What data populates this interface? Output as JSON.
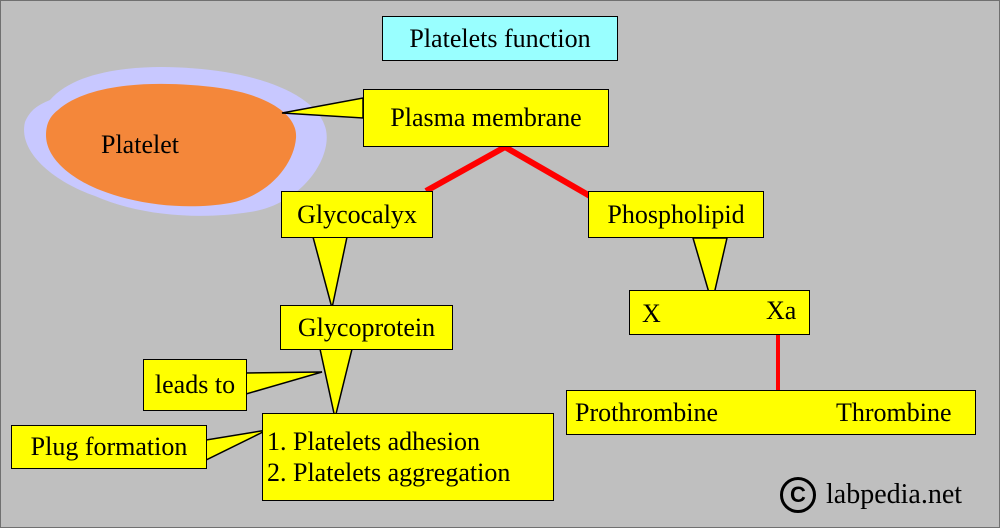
{
  "title": "Platelets function",
  "platelet": "Platelet",
  "nodes": {
    "plasma_membrane": "Plasma membrane",
    "glycocalyx": "Glycocalyx",
    "phospholipid": "Phospholipid",
    "glycoprotein": "Glycoprotein",
    "leads_to": "leads to",
    "plug_formation": "Plug formation",
    "functions": [
      "1. Platelets adhesion",
      "2. Platelets aggregation"
    ],
    "x": "X",
    "xa": "Xa",
    "prothrombine": "Prothrombine",
    "thrombine": "Thrombine"
  },
  "watermark": {
    "symbol": "C",
    "text": "labpedia.net"
  },
  "colors": {
    "background": "#bfbfbf",
    "box": "#ffff00",
    "title_box": "#99ffff",
    "connector": "#ff0000",
    "platelet_fill": "#f4873a",
    "platelet_halo": "#c8c8ff"
  }
}
